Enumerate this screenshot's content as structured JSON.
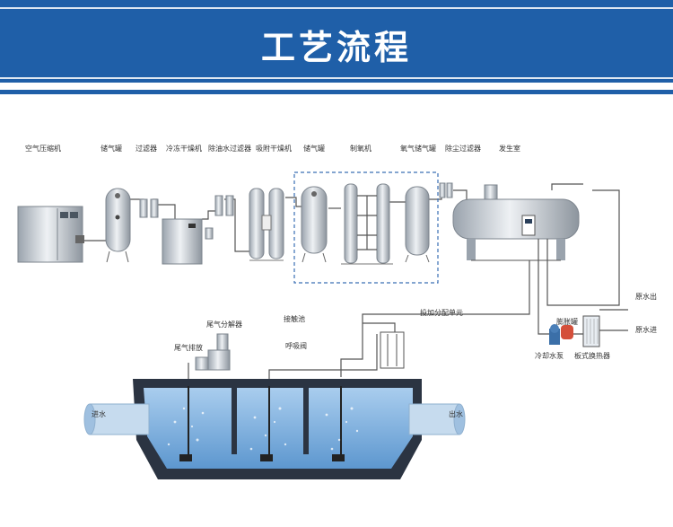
{
  "header": {
    "title": "工艺流程"
  },
  "equipment_labels": {
    "air_compressor": "空气压缩机",
    "air_tank": "储气罐",
    "filter": "过滤器",
    "freeze_dryer": "冷冻干燥机",
    "oil_filter": "除油水过滤器",
    "adsorption_dryer": "吸附干燥机",
    "air_tank_2": "储气罐",
    "oxygen_generator": "制氧机",
    "oxygen_tank": "氧气储气罐",
    "dust_filter": "除尘过滤器",
    "generator_room": "发生室"
  },
  "treatment_labels": {
    "tail_gas_decomposer": "尾气分解器",
    "contact_pool": "接触池",
    "tail_gas_discharge": "尾气排放",
    "breathing_valve": "呼吸阀",
    "dosing_unit": "投加分配单元",
    "water_in": "进水",
    "water_out": "出水"
  },
  "cooling_labels": {
    "raw_water_out": "原水出",
    "raw_water_in": "原水进",
    "expansion_tank": "膨胀罐",
    "cooling_pump": "冷却水泵",
    "plate_exchanger": "板式换热器"
  },
  "colors": {
    "banner": "#1f5fa8",
    "pool_water": "#7fb3e0",
    "pool_wall": "#2b3442",
    "pipe": "#555555",
    "dash_box": "#3a6fb5"
  }
}
